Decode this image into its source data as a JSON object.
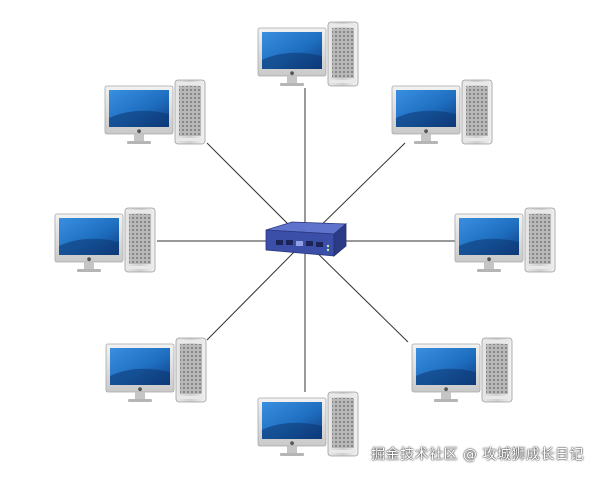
{
  "diagram": {
    "type": "star-network-topology",
    "center_device": "network-switch-icon",
    "node_icon": "desktop-computer-icon",
    "node_count": 8,
    "colors": {
      "link": "#333333",
      "switch_body": "#3b4ea8",
      "switch_top": "#5468c4",
      "switch_side": "#2c3b86",
      "monitor_frame": "#d9d9d9",
      "screen": "#1f6fc1",
      "tower": "#cfcfcf",
      "tower_grille": "#8d8d8d"
    }
  },
  "watermark": {
    "text": "掘金技术社区 @ 攻城狮成长日记"
  }
}
